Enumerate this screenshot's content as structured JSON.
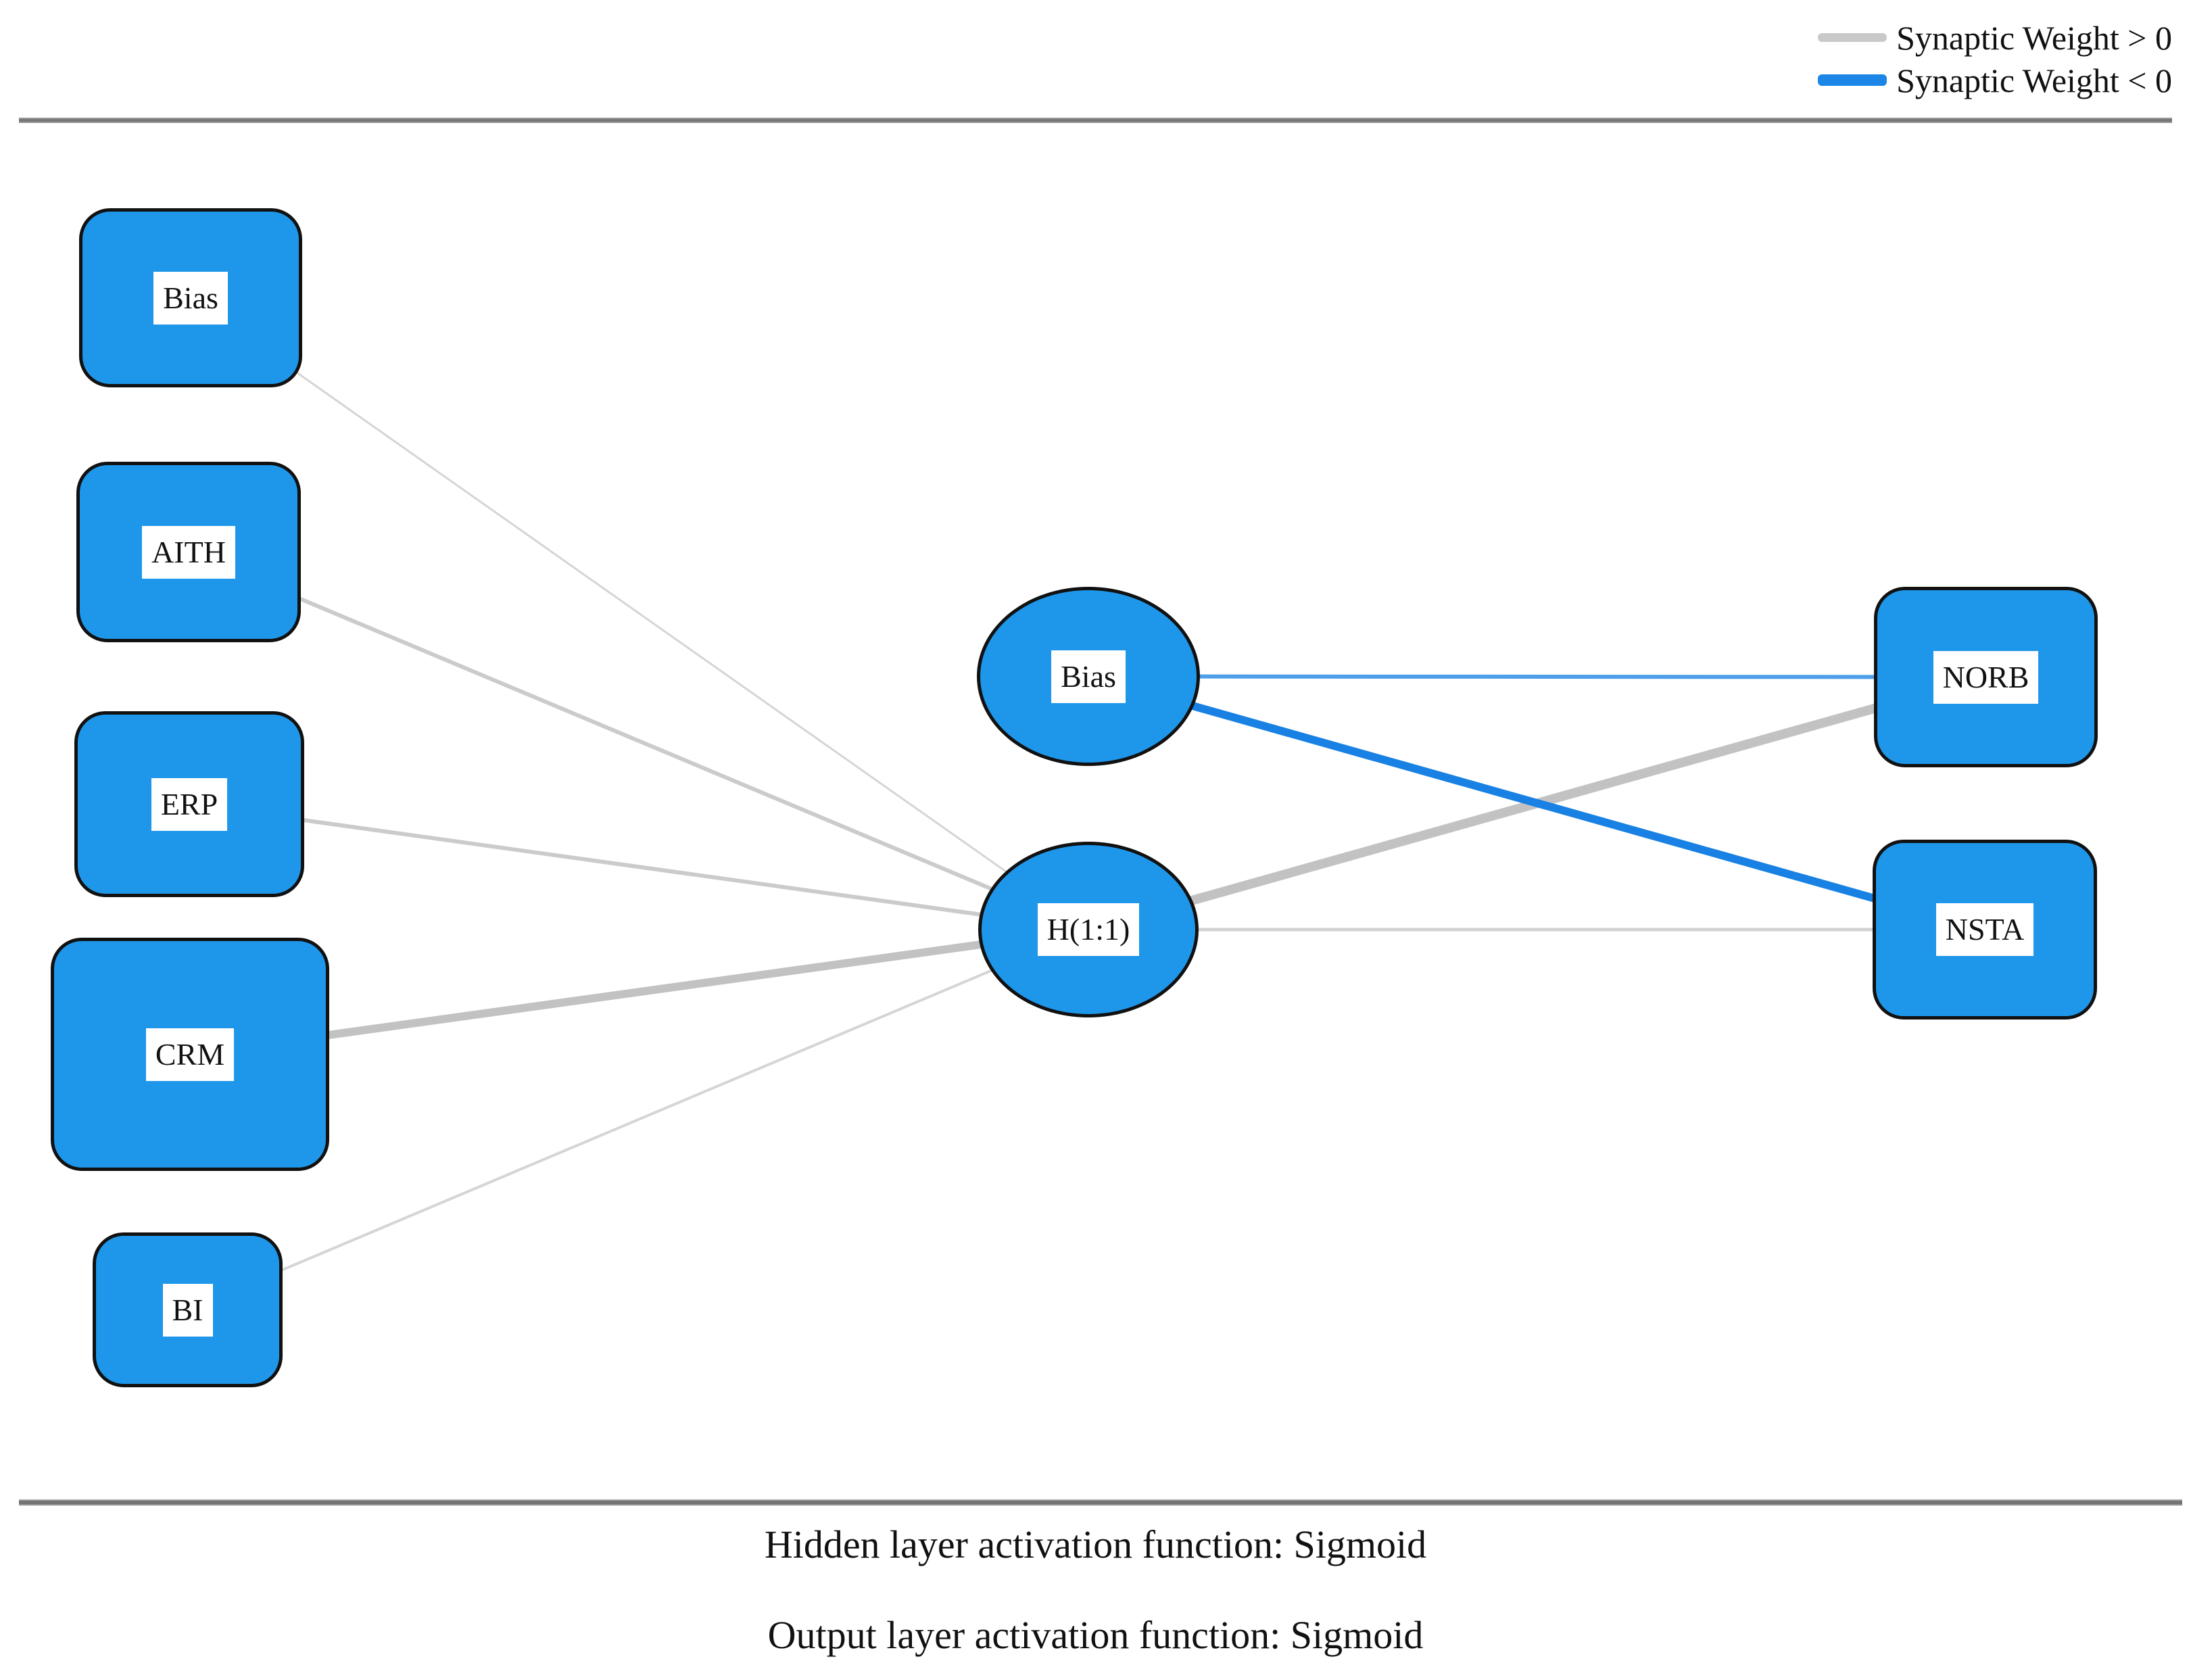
{
  "legend": {
    "items": [
      {
        "label": "Synaptic Weight > 0",
        "color": "#C9C9C9",
        "sign": "positive"
      },
      {
        "label": "Synaptic Weight < 0",
        "color": "#1B86E5",
        "sign": "negative"
      }
    ]
  },
  "network": {
    "layers": {
      "input": [
        "Bias",
        "AITH",
        "ERP",
        "CRM",
        "BI"
      ],
      "hidden": [
        "Bias",
        "H(1:1)"
      ],
      "output": [
        "NORB",
        "NSTA"
      ]
    },
    "nodes": [
      {
        "id": "input-bias",
        "label": "Bias",
        "layer": "input",
        "shape": "rounded-rect"
      },
      {
        "id": "input-aith",
        "label": "AITH",
        "layer": "input",
        "shape": "rounded-rect"
      },
      {
        "id": "input-erp",
        "label": "ERP",
        "layer": "input",
        "shape": "rounded-rect"
      },
      {
        "id": "input-crm",
        "label": "CRM",
        "layer": "input",
        "shape": "rounded-rect"
      },
      {
        "id": "input-bi",
        "label": "BI",
        "layer": "input",
        "shape": "rounded-rect"
      },
      {
        "id": "hidden-bias",
        "label": "Bias",
        "layer": "hidden",
        "shape": "ellipse"
      },
      {
        "id": "hidden-h11",
        "label": "H(1:1)",
        "layer": "hidden",
        "shape": "ellipse"
      },
      {
        "id": "output-norb",
        "label": "NORB",
        "layer": "output",
        "shape": "rounded-rect"
      },
      {
        "id": "output-nsta",
        "label": "NSTA",
        "layer": "output",
        "shape": "rounded-rect"
      }
    ],
    "edges": [
      {
        "from": "input-bias",
        "to": "hidden-h11",
        "sign": "positive",
        "width": 3,
        "color": "#D5D5D5"
      },
      {
        "from": "input-aith",
        "to": "hidden-h11",
        "sign": "positive",
        "width": 6,
        "color": "#CBCBCB"
      },
      {
        "from": "input-erp",
        "to": "hidden-h11",
        "sign": "positive",
        "width": 6,
        "color": "#CBCBCB"
      },
      {
        "from": "input-crm",
        "to": "hidden-h11",
        "sign": "positive",
        "width": 12,
        "color": "#C2C2C2"
      },
      {
        "from": "input-bi",
        "to": "hidden-h11",
        "sign": "positive",
        "width": 4,
        "color": "#D5D5D5"
      },
      {
        "from": "hidden-h11",
        "to": "output-norb",
        "sign": "positive",
        "width": 14,
        "color": "#C2C2C2"
      },
      {
        "from": "hidden-h11",
        "to": "output-nsta",
        "sign": "positive",
        "width": 5,
        "color": "#D2D2D2"
      },
      {
        "from": "hidden-bias",
        "to": "output-norb",
        "sign": "negative",
        "width": 6,
        "color": "#4E9FE9"
      },
      {
        "from": "hidden-bias",
        "to": "output-nsta",
        "sign": "negative",
        "width": 12,
        "color": "#1881E3"
      }
    ],
    "node_fill_color": "#1E97EA",
    "node_border_color": "#111111"
  },
  "footer": {
    "lines": [
      "Hidden layer activation function: Sigmoid",
      "Output layer activation function: Sigmoid"
    ]
  }
}
